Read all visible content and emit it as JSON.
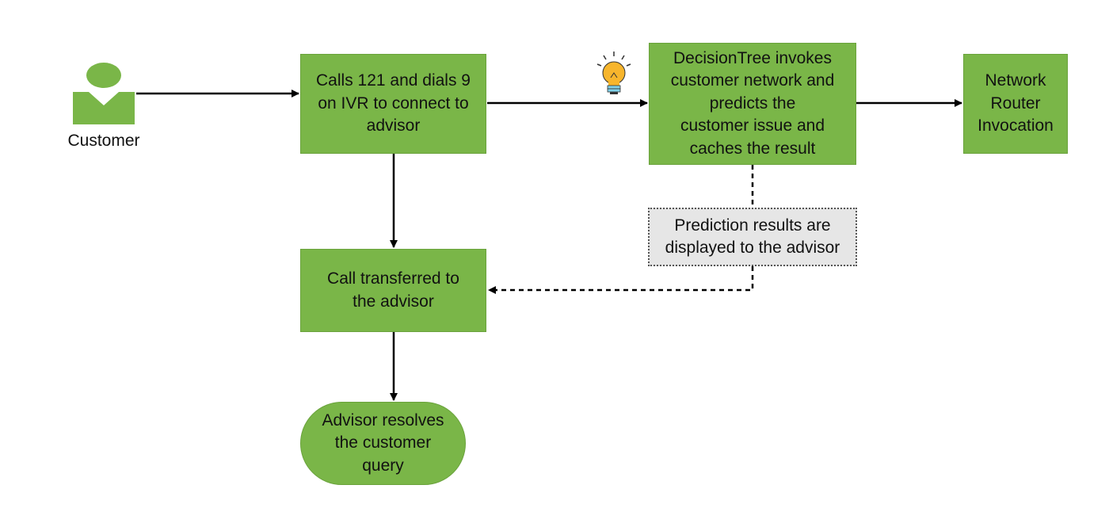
{
  "diagram": {
    "actor": {
      "label": "Customer",
      "icon": "person-icon"
    },
    "nodes": {
      "ivr": "Calls 121 and dials 9\non IVR to connect to\nadvisor",
      "decision": "DecisionTree invokes\ncustomer network and\npredicts the\ncustomer issue and\ncaches the result",
      "router": "Network\nRouter\nInvocation",
      "transfer": "Call transferred to\nthe advisor",
      "resolve": "Advisor resolves\nthe customer\nquery",
      "note": "Prediction results are\ndisplayed to the advisor"
    },
    "decorations": {
      "insight_icon": "lightbulb-icon"
    },
    "colors": {
      "node_fill": "#7ab648",
      "note_fill": "#e6e6e6",
      "connector": "#000000"
    }
  }
}
